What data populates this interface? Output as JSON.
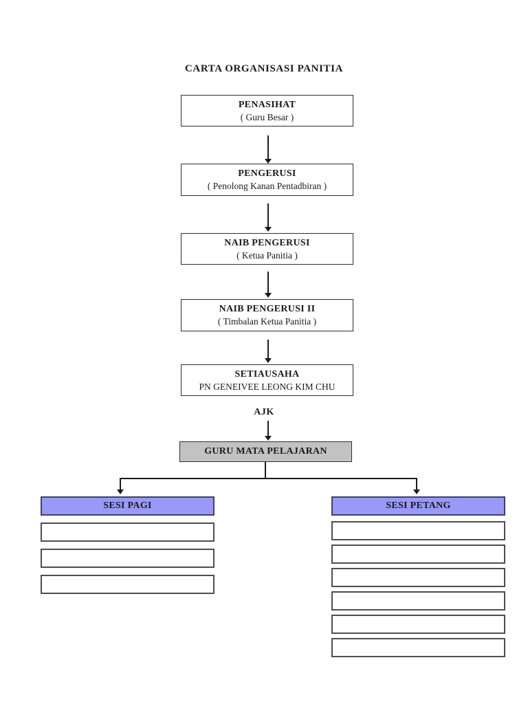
{
  "title": "CARTA ORGANISASI PANITIA",
  "org": {
    "levels": [
      {
        "title": "PENASIHAT",
        "subtitle": "( Guru Besar )"
      },
      {
        "title": "PENGERUSI",
        "subtitle": "( Penolong Kanan Pentadbiran )"
      },
      {
        "title": "NAIB PENGERUSI",
        "subtitle": "( Ketua Panitia )"
      },
      {
        "title": "NAIB PENGERUSI II",
        "subtitle": "( Timbalan Ketua Panitia )"
      },
      {
        "title": "SETIAUSAHA",
        "subtitle": "PN GENEIVEE LEONG KIM CHU"
      }
    ],
    "ajk_label": "AJK",
    "subject_teachers_label": "GURU MATA PELAJARAN",
    "sessions": [
      {
        "label": "SESI PAGI",
        "member_slots": 3
      },
      {
        "label": "SESI PETANG",
        "member_slots": 6
      }
    ]
  },
  "colors": {
    "page_background": "#ffffff",
    "box_border": "#2e2e2e",
    "gray_box_fill": "#c2c2c2",
    "session_fill": "#9999fa",
    "session_border": "#3f3f66",
    "slot_border": "#4d4d4d",
    "connector": "#1a1a1a",
    "text": "#1a1a1a"
  }
}
